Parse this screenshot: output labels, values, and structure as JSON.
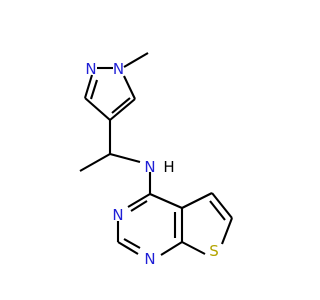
{
  "colors": {
    "background": "#ffffff",
    "bond": "#000000",
    "nitrogen": "#1f1fd6",
    "sulfur": "#b3a400",
    "hydrogen": "#000000"
  },
  "atoms": {
    "pyrazole_n_methyl": {
      "symbol": "N",
      "element": "nitrogen"
    },
    "pyrazole_n2": {
      "symbol": "N",
      "element": "nitrogen"
    },
    "amine_n": {
      "symbol": "N",
      "element": "nitrogen"
    },
    "amine_h": {
      "symbol": "H",
      "element": "hydrogen"
    },
    "pyrimidine_n3": {
      "symbol": "N",
      "element": "nitrogen"
    },
    "pyrimidine_n1": {
      "symbol": "N",
      "element": "nitrogen"
    },
    "thiophene_s": {
      "symbol": "S",
      "element": "sulfur"
    }
  }
}
